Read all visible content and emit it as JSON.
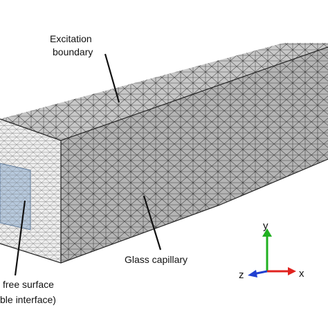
{
  "labels": {
    "excitation_line1": "Excitation",
    "excitation_line2": "boundary",
    "glass_capillary": "Glass capillary",
    "free_surface_line1": "free surface",
    "free_surface_line2": "ble interface)"
  },
  "axes": {
    "x": "x",
    "y": "y",
    "z": "z"
  },
  "colors": {
    "top_face": "#c8c8c8",
    "side_face": "#b5b5b5",
    "front_face": "#efefef",
    "mesh_line": "#2a2a2a",
    "interface_fill": "#b7c9dd",
    "axis_x": "#e0231f",
    "axis_y": "#20b020",
    "axis_z": "#2040d0"
  }
}
